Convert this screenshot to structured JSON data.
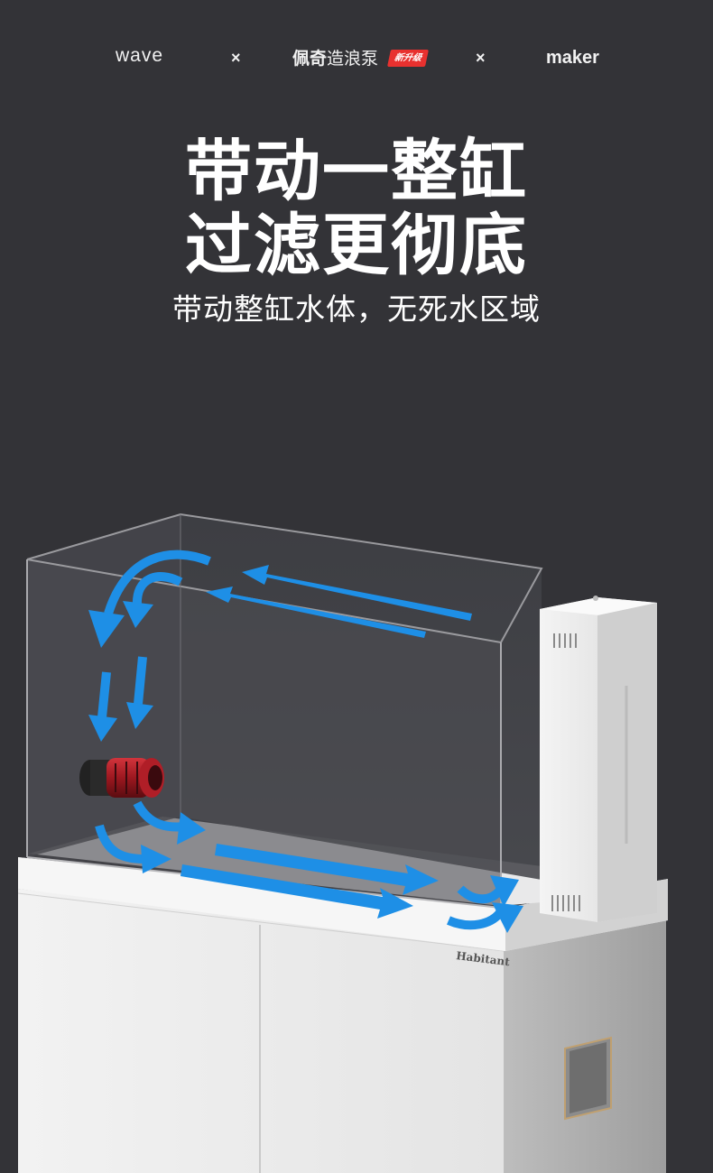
{
  "header": {
    "left": "wave",
    "separator": "×",
    "brand_bold": "佩奇",
    "brand_rest": "造浪泵",
    "badge": "新升级",
    "right": "maker"
  },
  "headline": {
    "line1": "带动一整缸",
    "line2": "过滤更彻底"
  },
  "subtitle": "带动整缸水体，无死水区域",
  "product": {
    "cabinet_logo": "Habitant"
  },
  "colors": {
    "background": "#333337",
    "arrow": "#1e8fe6",
    "badge": "#e8312f",
    "pump": "#9c1820"
  }
}
